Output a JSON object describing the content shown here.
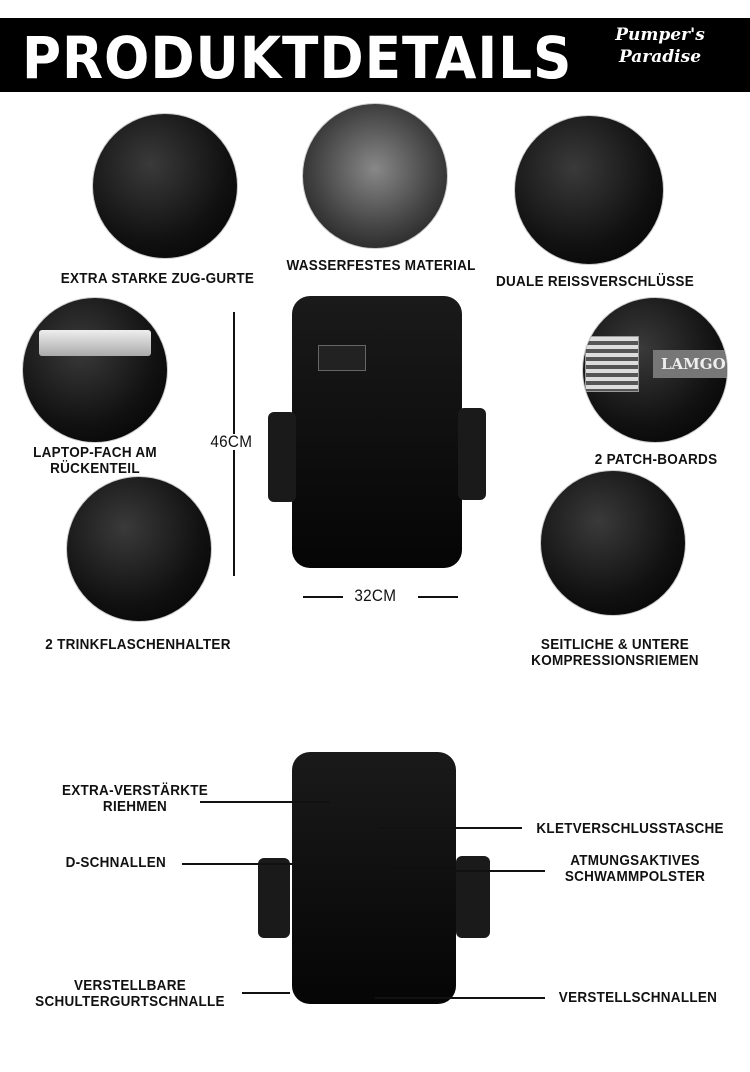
{
  "header": {
    "title": "PRODUKTDETAILS",
    "logo_text": "Pumper's Paradise"
  },
  "features": {
    "straps": "EXTRA STARKE ZUG-GURTE",
    "waterproof": "WASSERFESTES MATERIAL",
    "zippers": "DUALE REIßVERSCHLÜSSE",
    "laptop_line1": "LAPTOP-FACH AM",
    "laptop_line2": "RÜCKENTEIL",
    "patch": "2 PATCH-BOARDS",
    "bottles": "2 TRINKFLASCHENHALTER",
    "compression_line1": "SEITLICHE & UNTERE",
    "compression_line2": "KOMPRESSIONSRIEMEN"
  },
  "patch_text": "LAMGO",
  "dimensions": {
    "height": "46cm",
    "width": "32cm"
  },
  "back": {
    "reinforced_line1": "EXTRA-VERSTÄRKTE",
    "reinforced_line2": "RIEHMEN",
    "velcro": "KLETVERSCHLUSSTASCHE",
    "dbuckles": "D-SCHNALLEN",
    "foam_line1": "ATMUNGSAKTIVES",
    "foam_line2": "SCHWAMMPOLSTER",
    "shoulder_line1": "VERSTELLBARE",
    "shoulder_line2": "SCHULTERGURTSCHNALLE",
    "adjust": "VERSTELLSCHNALLEN"
  }
}
